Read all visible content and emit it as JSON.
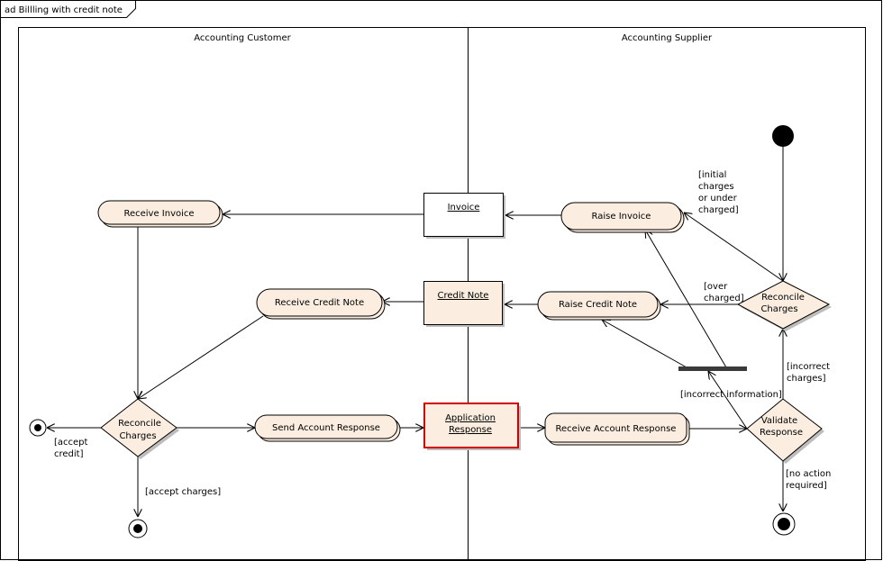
{
  "frame": {
    "title": "ad Billling with credit note"
  },
  "lanes": {
    "customer": "Accounting Customer",
    "supplier": "Accounting Supplier"
  },
  "actions": {
    "receive_invoice": "Receive Invoice",
    "receive_credit_note": "Receive Credit Note",
    "send_account_response": "Send Account Response",
    "raise_invoice": "Raise Invoice",
    "raise_credit_note": "Raise Credit Note",
    "receive_account_response": "Receive Account Response"
  },
  "objects": {
    "invoice": "Invoice",
    "credit_note": "Credit Note",
    "application_response_line1": "Application",
    "application_response_line2": "Response"
  },
  "decisions": {
    "customer_reconcile": [
      "Reconcile",
      "Charges"
    ],
    "supplier_reconcile": [
      "Reconcile",
      "Charges"
    ],
    "validate_response": [
      "Validate",
      "Response"
    ]
  },
  "guards": {
    "initial_charges": [
      "[initial",
      "charges",
      "or under",
      "charged]"
    ],
    "over_charged": [
      "[over",
      "charged]"
    ],
    "incorrect_charges": [
      "[incorrect",
      "charges]"
    ],
    "incorrect_information": "[incorrect information]",
    "no_action_required": [
      "[no action",
      "required]"
    ],
    "accept_credit": [
      "[accept",
      "credit]"
    ],
    "accept_charges": "[accept charges]"
  },
  "colors": {
    "action_fill": "#fbeee0",
    "selected_border": "#d40000",
    "line": "#000000"
  }
}
